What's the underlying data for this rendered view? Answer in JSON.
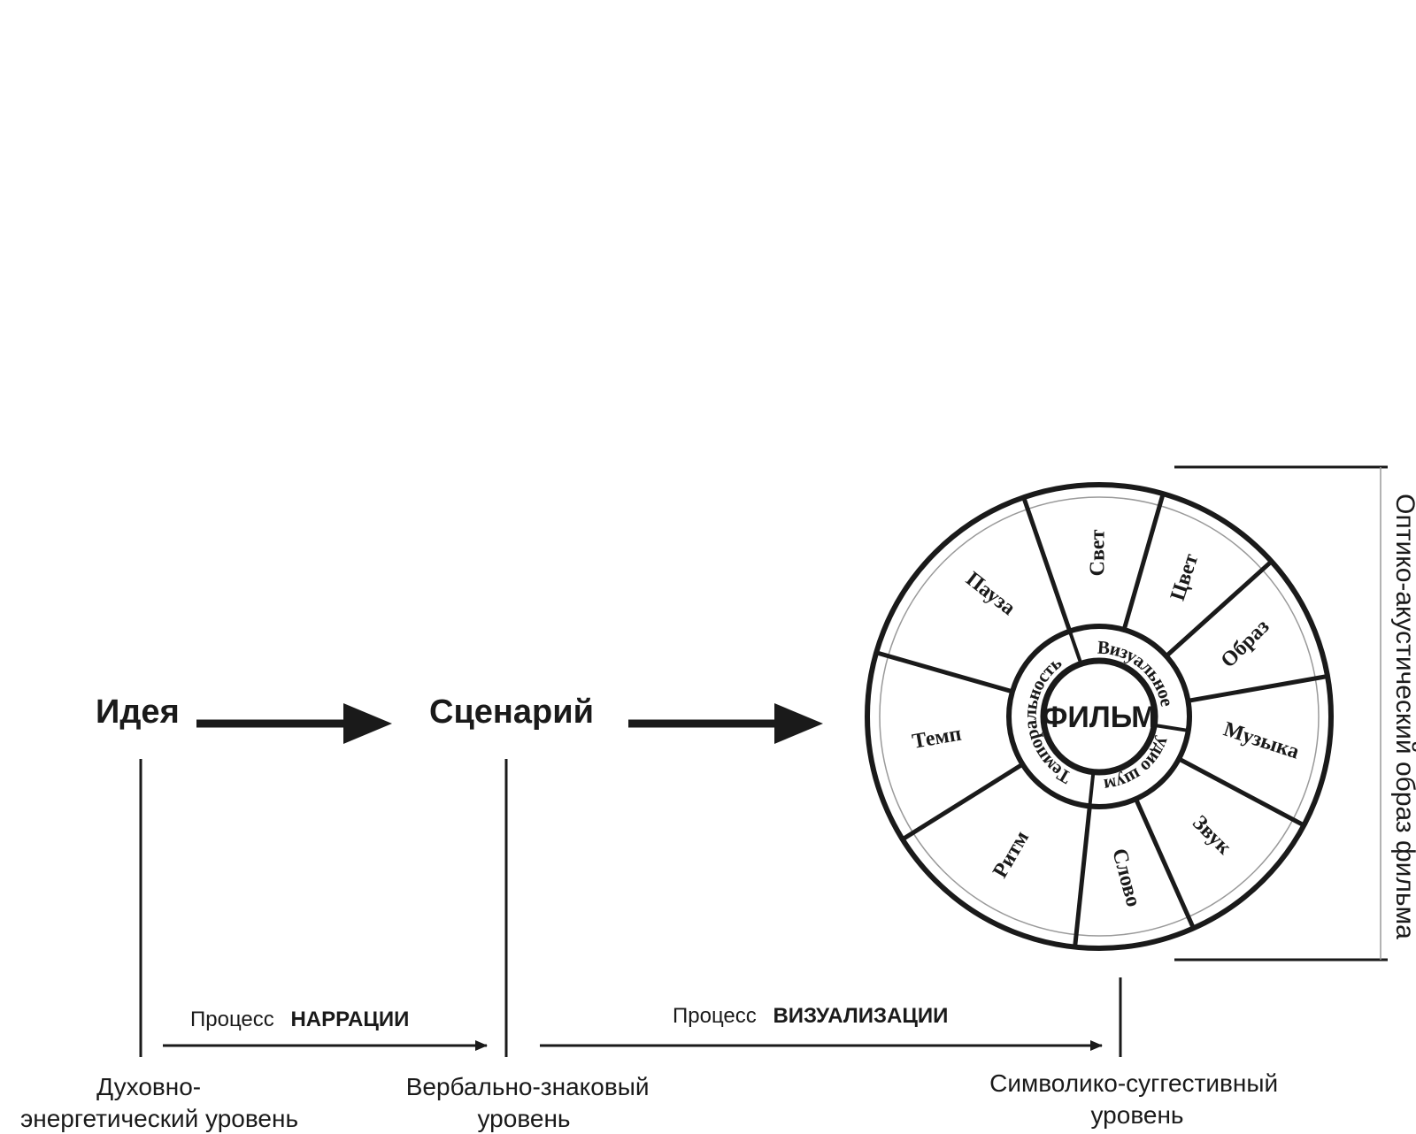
{
  "stages": {
    "idea": "Идея",
    "scenario": "Сценарий"
  },
  "processes": {
    "narration_prefix": "Процесс",
    "narration_name": "НАРРАЦИИ",
    "visualization_prefix": "Процесс",
    "visualization_name": "ВИЗУАЛИЗАЦИИ"
  },
  "levels": {
    "spiritual_line1": "Духовно-",
    "spiritual_line2": "энергетический уровень",
    "verbal_line1": "Вербально-знаковый",
    "verbal_line2": "уровень",
    "symbolic_line1": "Символико-суггестивный",
    "symbolic_line2": "уровень"
  },
  "film": {
    "center": "ФИЛЬМ",
    "middle_ring": [
      "Визуальное",
      "Аудио шумы",
      "Темпоральность"
    ],
    "outer_ring": [
      "Свет",
      "Цвет",
      "Образ",
      "Музыка",
      "Звук",
      "Слово",
      "Ритм",
      "Темп",
      "Пауза"
    ]
  },
  "bracket_label": "Оптико-акустический образ фильма"
}
